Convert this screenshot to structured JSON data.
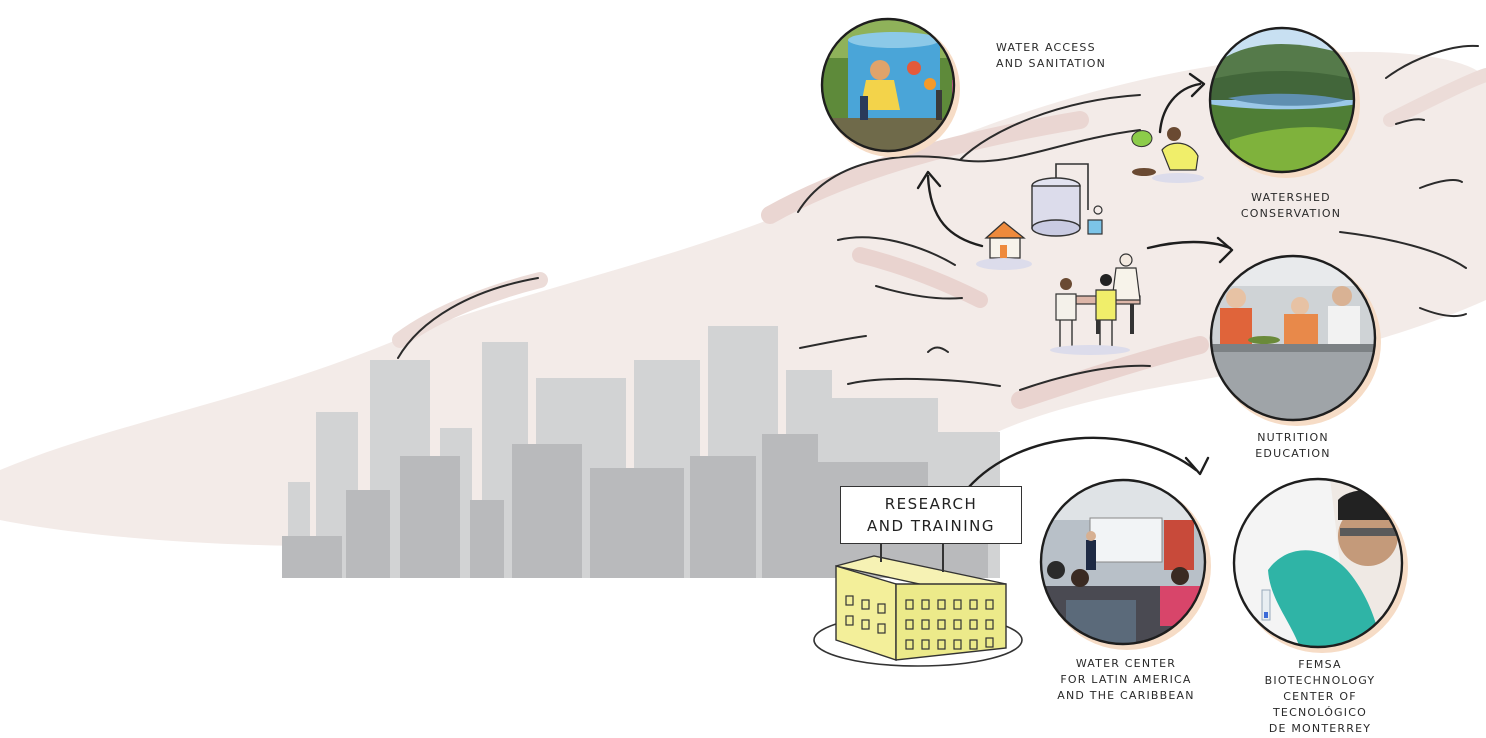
{
  "labels": {
    "water_access": [
      "WATER ACCESS",
      "AND SANITATION"
    ],
    "watershed": [
      "WATERSHED",
      "CONSERVATION"
    ],
    "nutrition": [
      "NUTRITION",
      "EDUCATION"
    ],
    "research": [
      "RESEARCH",
      "AND TRAINING"
    ],
    "water_center": [
      "WATER CENTER",
      "FOR LATIN AMERICA",
      "AND THE CARIBBEAN"
    ],
    "femsa": [
      "FEMSA",
      "BIOTECHNOLOGY",
      "CENTER OF",
      "TECNOLÓGICO",
      "DE MONTERREY"
    ]
  },
  "colors": {
    "wash": "#f1e7e3",
    "wash_dark": "#e9d3cf",
    "city_back": "#d2d3d4",
    "city_front": "#b9babc",
    "ink": "#2b2b2b",
    "building_yellow": "#f3ef9a"
  }
}
